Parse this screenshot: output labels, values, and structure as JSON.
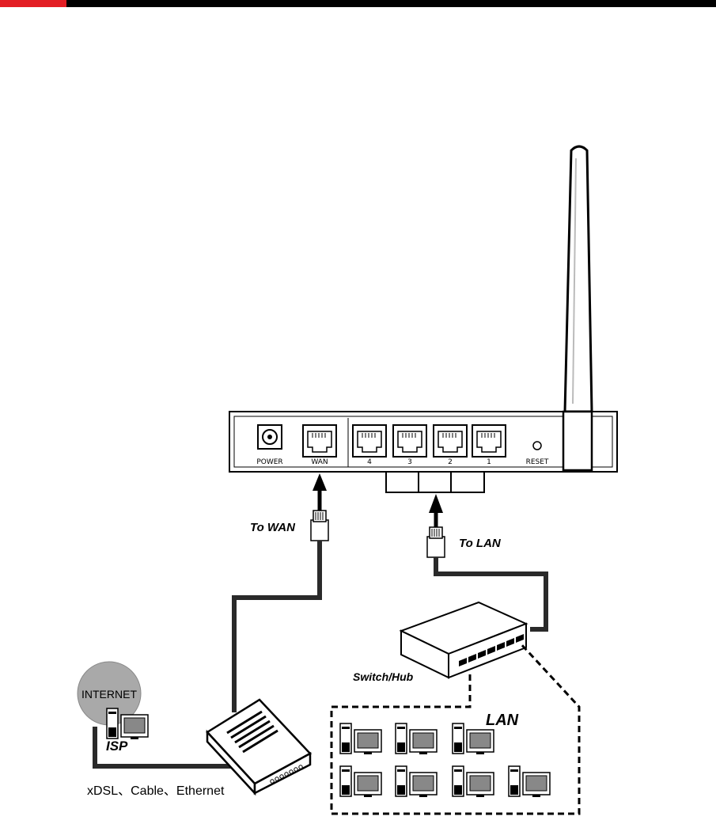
{
  "colors": {
    "accent": "#e31e24",
    "bar": "#000000",
    "cable": "#2a2a2a"
  },
  "router": {
    "ports": {
      "power": "POWER",
      "wan": "WAN",
      "lan4": "4",
      "lan3": "3",
      "lan2": "2",
      "lan1": "1",
      "reset": "RESET"
    }
  },
  "labels": {
    "to_wan": "To WAN",
    "to_lan": "To LAN",
    "switch_hub": "Switch/Hub",
    "lan": "LAN",
    "internet": "INTERNET",
    "isp": "ISP",
    "modem_types": "xDSL、Cable、Ethernet"
  },
  "icons": [
    "router-icon",
    "antenna-icon",
    "switch-icon",
    "modem-icon",
    "internet-cloud-icon",
    "computer-icon",
    "rj45-plug-icon",
    "arrow-up-icon"
  ]
}
